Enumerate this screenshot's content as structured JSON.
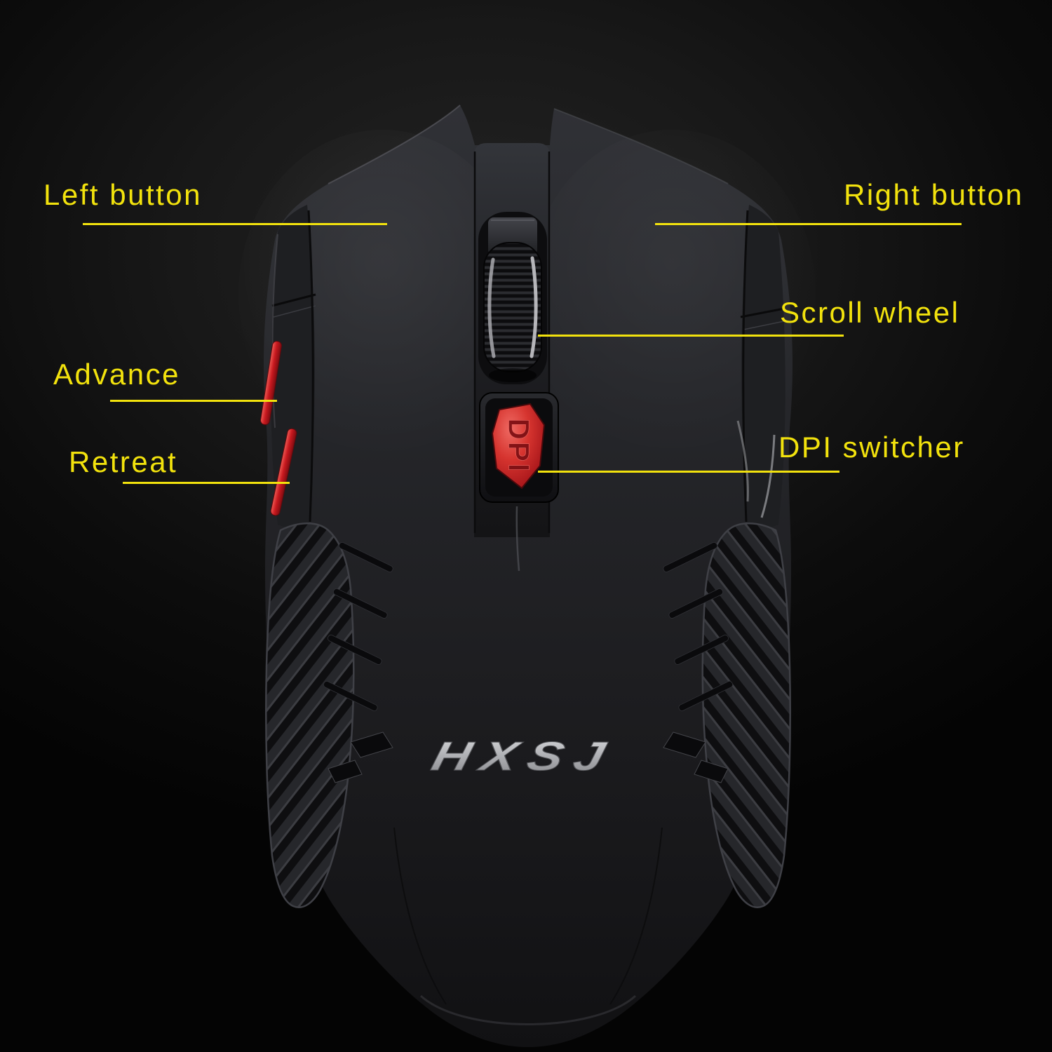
{
  "product": {
    "brand_logo": "HXSJ",
    "dpi_button_label": "DPI"
  },
  "annotations": {
    "left_button": "Left button",
    "right_button": "Right button",
    "scroll_wheel": "Scroll wheel",
    "advance": "Advance",
    "retreat": "Retreat",
    "dpi_switcher": "DPI switcher"
  },
  "colors": {
    "accent": "#F2E20D",
    "button_red": "#C3161D",
    "dpi_red": "#CE2328",
    "body_dark": "#232427",
    "logo_silver": "#B4B5B8",
    "background": "#0A0A0A"
  }
}
